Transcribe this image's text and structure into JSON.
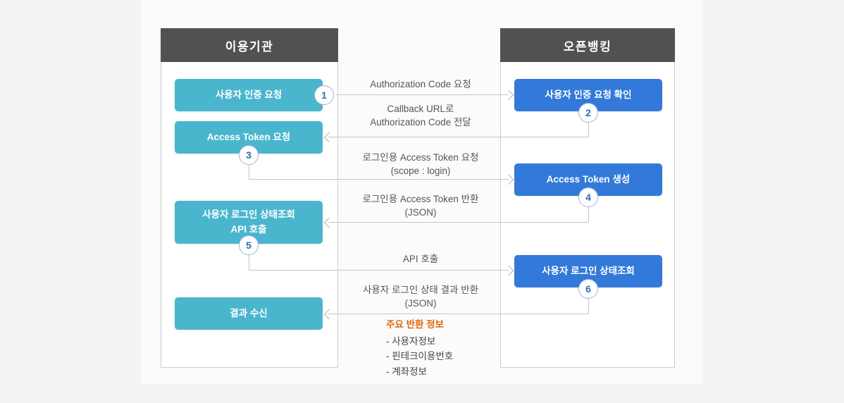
{
  "left_panel": {
    "title": "이용기관",
    "boxes": [
      {
        "lines": [
          "사용자 인증 요청"
        ]
      },
      {
        "lines": [
          "Access Token 요청"
        ]
      },
      {
        "lines": [
          "사용자 로그인 상태조회",
          "API 호출"
        ]
      },
      {
        "lines": [
          "결과 수신"
        ]
      }
    ]
  },
  "right_panel": {
    "title": "오픈뱅킹",
    "boxes": [
      {
        "lines": [
          "사용자 인증 요청 확인"
        ]
      },
      {
        "lines": [
          "Access Token 생성"
        ]
      },
      {
        "lines": [
          "사용자 로그인 상태조회"
        ]
      }
    ]
  },
  "steps": [
    "1",
    "2",
    "3",
    "4",
    "5",
    "6"
  ],
  "flows": [
    {
      "step": "1",
      "direction": "right",
      "label_lines": [
        "Authorization Code 요청"
      ]
    },
    {
      "step": "2",
      "direction": "left",
      "label_lines": [
        "Callback URL로",
        "Authorization Code 전달"
      ]
    },
    {
      "step": "3",
      "direction": "right",
      "label_lines": [
        "로그인용 Access Token 요청",
        "(scope : login)"
      ]
    },
    {
      "step": "4",
      "direction": "left",
      "label_lines": [
        "로그인용 Access Token 반환",
        "(JSON)"
      ]
    },
    {
      "step": "5",
      "direction": "right",
      "label_lines": [
        "API 호출"
      ]
    },
    {
      "step": "6",
      "direction": "left",
      "label_lines": [
        "사용자 로그인 상태 결과 반환",
        "(JSON)"
      ]
    }
  ],
  "return_info": {
    "title": "주요 반환 정보",
    "items": [
      "- 사용자정보",
      "- 핀테크이용번호",
      "- 계좌정보"
    ]
  },
  "colors": {
    "client_box": "#4ab6ce",
    "bank_box": "#3379da",
    "panel_header": "#515151",
    "arrow": "#c6c6c6",
    "step_number": "#2e6cb5",
    "return_title": "#e0690f"
  }
}
